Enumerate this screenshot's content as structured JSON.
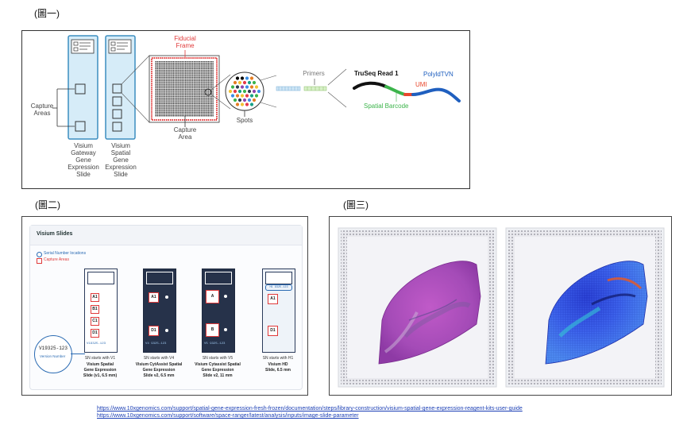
{
  "fig1": {
    "tag": "(圖一)",
    "capture_areas": "Capture\nAreas",
    "slide1": "Visium\nGateway\nGene\nExpression\nSlide",
    "slide2": "Visium\nSpatial\nGene\nExpression\nSlide",
    "fiducial": "Fiducial\nFrame",
    "capture_area": "Capture\nArea",
    "spots": "Spots",
    "primers": "Primers",
    "truseq": "TruSeq Read 1",
    "umi": "UMI",
    "polyd": "PolyldTVN",
    "barcode": "Spatial Barcode",
    "colors": {
      "truseq": "#111111",
      "umi": "#e8472c",
      "barcode": "#3cb44b",
      "polyd": "#1f5fbf",
      "fiducial": "#e03a3a",
      "slide_fill": "#d6ecf8",
      "slide_border": "#3c8dbf"
    }
  },
  "fig2": {
    "tag": "(圖二)",
    "title": "Visium Slides",
    "legend_serial": "Serial Number locations",
    "legend_capture": "Capture Areas",
    "sn_example": "V19325-123",
    "sn_caption": "Version Number",
    "slides": [
      {
        "sn": "SN starts with V1",
        "name": "Visium Spatial\nGene Expression\nSlide (v1, 6.5 mm)",
        "areas": [
          "A1",
          "B1",
          "C1",
          "D1"
        ],
        "serial": "V19325-123"
      },
      {
        "sn": "SN starts with V4",
        "name": "Visium CytAssist Spatial\nGene Expression\nSlide v2, 6.5 mm",
        "areas": [
          "A1",
          "D1"
        ],
        "serial": "V4 9325-123"
      },
      {
        "sn": "SN starts with V5",
        "name": "Visium Cytassist Spatial\nGene Expression\nSlide v2, 11 mm",
        "areas": [
          "A",
          "B"
        ],
        "serial": "V5 9325-123"
      },
      {
        "sn": "SN starts with H1",
        "name": "Visium HD\nSlide, 6.5 mm",
        "areas": [
          "A1",
          "D1"
        ],
        "serial": "H1 9325-123"
      }
    ]
  },
  "fig3": {
    "tag": "(圖三)"
  },
  "links": [
    "https://www.10xgenomics.com/support/spatial-gene-expression-fresh-frozen/documentation/steps/library-construction/visium-spatial-gene-expression-reagent-kits-user-guide",
    "https://www.10xgenomics.com/support/software/space-ranger/latest/analysis/inputs/image-slide-parameter"
  ]
}
